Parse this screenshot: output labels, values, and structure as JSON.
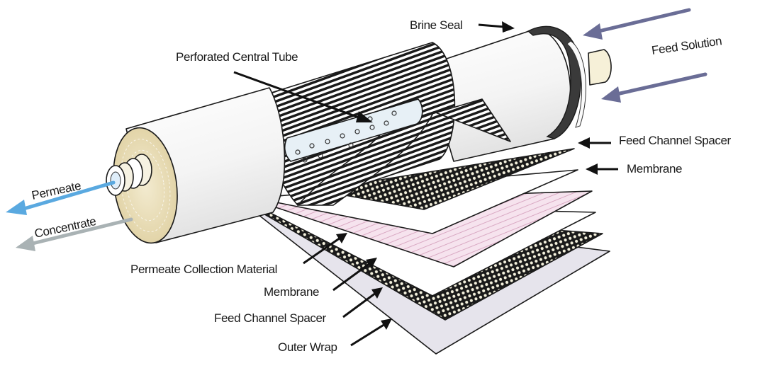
{
  "title": "Spiral-Wound Reverse Osmosis Membrane Element",
  "flows": {
    "feed": {
      "label": "Feed Solution",
      "color": "#6a6d96"
    },
    "permeate": {
      "label": "Permeate",
      "color": "#5aa9e0"
    },
    "concentrate": {
      "label": "Concentrate",
      "color": "#a9b2b4"
    }
  },
  "components": {
    "brine_seal": "Brine Seal",
    "central_tube": "Perforated Central Tube"
  },
  "right_layer_labels": [
    "Feed Channel Spacer",
    "Membrane"
  ],
  "bottom_layer_labels": [
    "Permeate Collection Material",
    "Membrane",
    "Feed Channel Spacer",
    "Outer Wrap"
  ],
  "colors": {
    "end_cap": "#e9dfbf",
    "permeate_layer": "#f4dcea",
    "outer_wrap": "#e6e4ec",
    "brine_seal": "#3a3a3a",
    "shell": "#f7f7f7"
  }
}
